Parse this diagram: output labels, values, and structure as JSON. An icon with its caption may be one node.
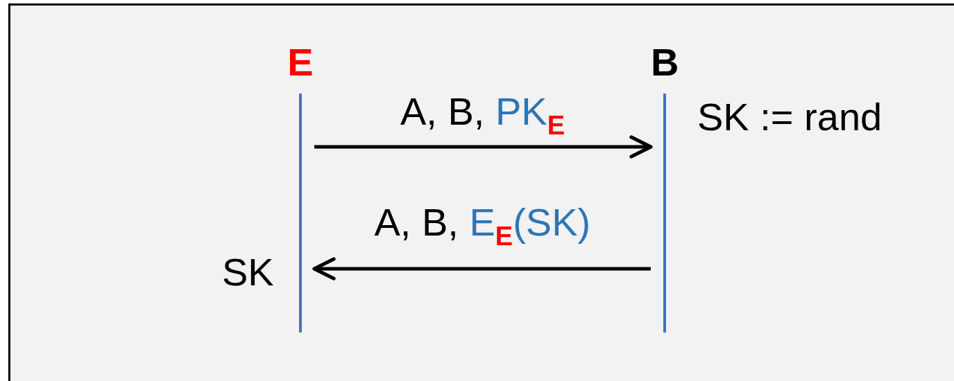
{
  "diagram": {
    "nodes": [
      {
        "text": [
          "E"
        ]
      },
      {
        "text": [
          "B"
        ]
      }
    ],
    "edges": [
      {
        "from": 0,
        "to": 1,
        "arrow": "to",
        "label": "A, B, PK$_{E}$"
      },
      {
        "from": 1,
        "to": 0,
        "arrow": "to",
        "label": "A, B, E$_{E}$(SK)"
      }
    ],
    "labels": [
      "SK := rand",
      "SK"
    ]
  }
}
